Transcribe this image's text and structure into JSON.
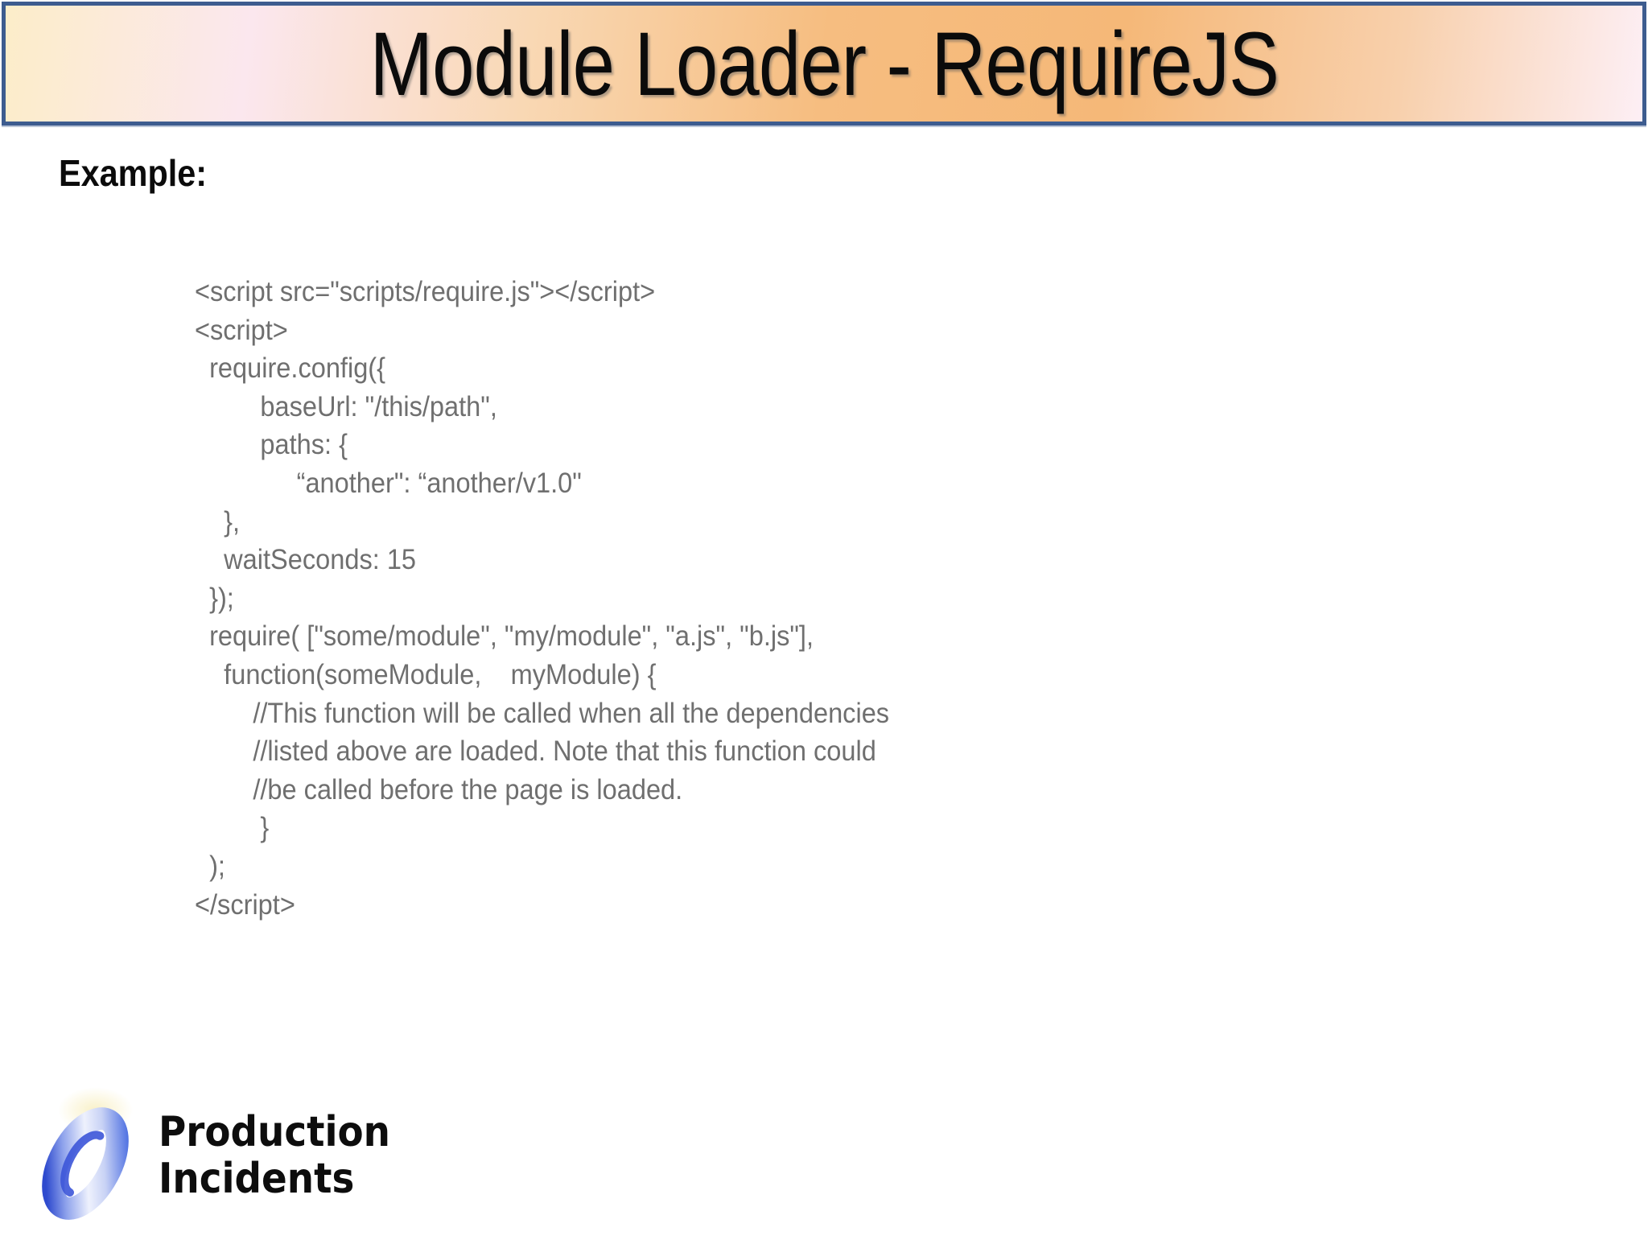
{
  "slide": {
    "title": "Module Loader - RequireJS",
    "example_label": "Example:",
    "code": {
      "text": "<script src=\"scripts/require.js\"></script>\n<script>\n  require.config({\n         baseUrl: \"/this/path\",\n         paths: {\n              “another\": “another/v1.0\"\n    },\n    waitSeconds: 15\n  });\n  require( [\"some/module\", \"my/module\", \"a.js\", \"b.js\"],\n    function(someModule,    myModule) {\n        //This function will be called when all the dependencies\n        //listed above are loaded. Note that this function could\n        //be called before the page is loaded.\n         }\n  );\n</script>"
    },
    "footer": {
      "logo_icon": "blue-torus-logo",
      "brand_line1": "Production",
      "brand_line2": "Incidents"
    },
    "colors": {
      "banner_border": "#3d5c8f",
      "banner_gradient_left": "#fcedc9",
      "banner_gradient_pink": "#fbe7ee",
      "banner_gradient_orange": "#f5b878",
      "banner_gradient_right": "#fdeff5",
      "title_text": "#0b0b0b",
      "code_text": "#6f6f6f",
      "logo_blue_dark": "#2e4ace",
      "logo_blue_mid": "#4468e0",
      "logo_blue_light": "#eef1fd"
    }
  }
}
